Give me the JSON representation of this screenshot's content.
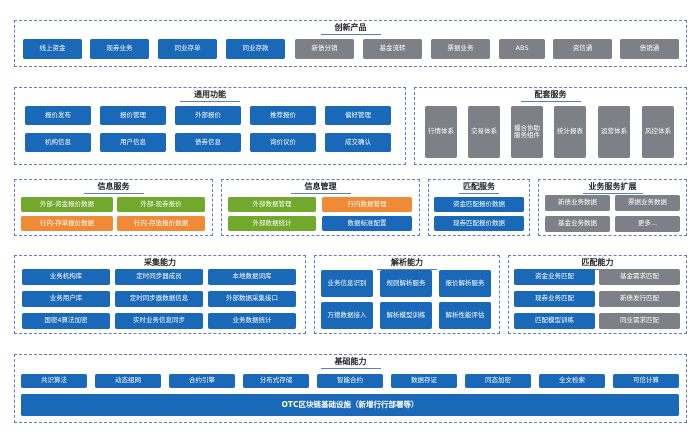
{
  "products": {
    "title": "创新产品",
    "items": [
      "线上资金",
      "现券业务",
      "同业存单",
      "同业存款",
      "新债分销",
      "基金流转",
      "票据业务",
      "ABS",
      "资信通",
      "债销通"
    ]
  },
  "general": {
    "title": "通用功能",
    "row1": [
      "报价发布",
      "报价管理",
      "外部报价",
      "推荐报价",
      "偏好管理"
    ],
    "row2": [
      "机构信息",
      "用户信息",
      "债券信息",
      "询价议价",
      "成交确认"
    ]
  },
  "support": {
    "title": "配套服务",
    "items": [
      "行情体系",
      "交易体系",
      "撮合协助服务组件",
      "统计报表",
      "运营体系",
      "风控体系"
    ]
  },
  "info_service": {
    "title": "信息服务",
    "items": [
      "外部-资金报价数据",
      "外部-现券报价",
      "行内-存单报价数据",
      "行内-存放报价数据"
    ]
  },
  "info_mgmt": {
    "title": "信息管理",
    "items": [
      "外部数据管理",
      "行内数据管理",
      "外部数据统计",
      "数据标准配置"
    ]
  },
  "match_service": {
    "title": "匹配服务",
    "items": [
      "资金匹配报价数据",
      "现券匹配报价数据"
    ]
  },
  "biz_ext": {
    "title": "业务服务扩展",
    "items": [
      "新债业务数据",
      "票据业务数据",
      "基金业务数据",
      "更多..."
    ]
  },
  "collect": {
    "title": "采集能力",
    "row1": [
      "业务机构库",
      "定时同步器成员",
      "本地数据词库"
    ],
    "row2": [
      "业务用户库",
      "定时同步器数据信息",
      "外部数据采集接口"
    ],
    "row3": [
      "国密4算法加密",
      "实时业务信息同步",
      "业务数据统计"
    ]
  },
  "analysis": {
    "title": "解析能力",
    "items": [
      "业务信息识别",
      "规则解析服务",
      "报价解析服务",
      "万德数据接入",
      "解析模型训练",
      "解析性能评估"
    ]
  },
  "matching": {
    "title": "匹配能力",
    "items": [
      "资金业务匹配",
      "基金需求匹配",
      "现券业务匹配",
      "新债发行匹配",
      "匹配模型训练",
      "同业需求匹配"
    ]
  },
  "base": {
    "title": "基础能力",
    "items": [
      "共识算法",
      "动态组网",
      "合约引擎",
      "分布式存储",
      "智能合约",
      "数据存证",
      "同态加密",
      "全文检索",
      "可信计算"
    ],
    "bar": "OTC区块链基础设施（新增行行部署等）"
  }
}
